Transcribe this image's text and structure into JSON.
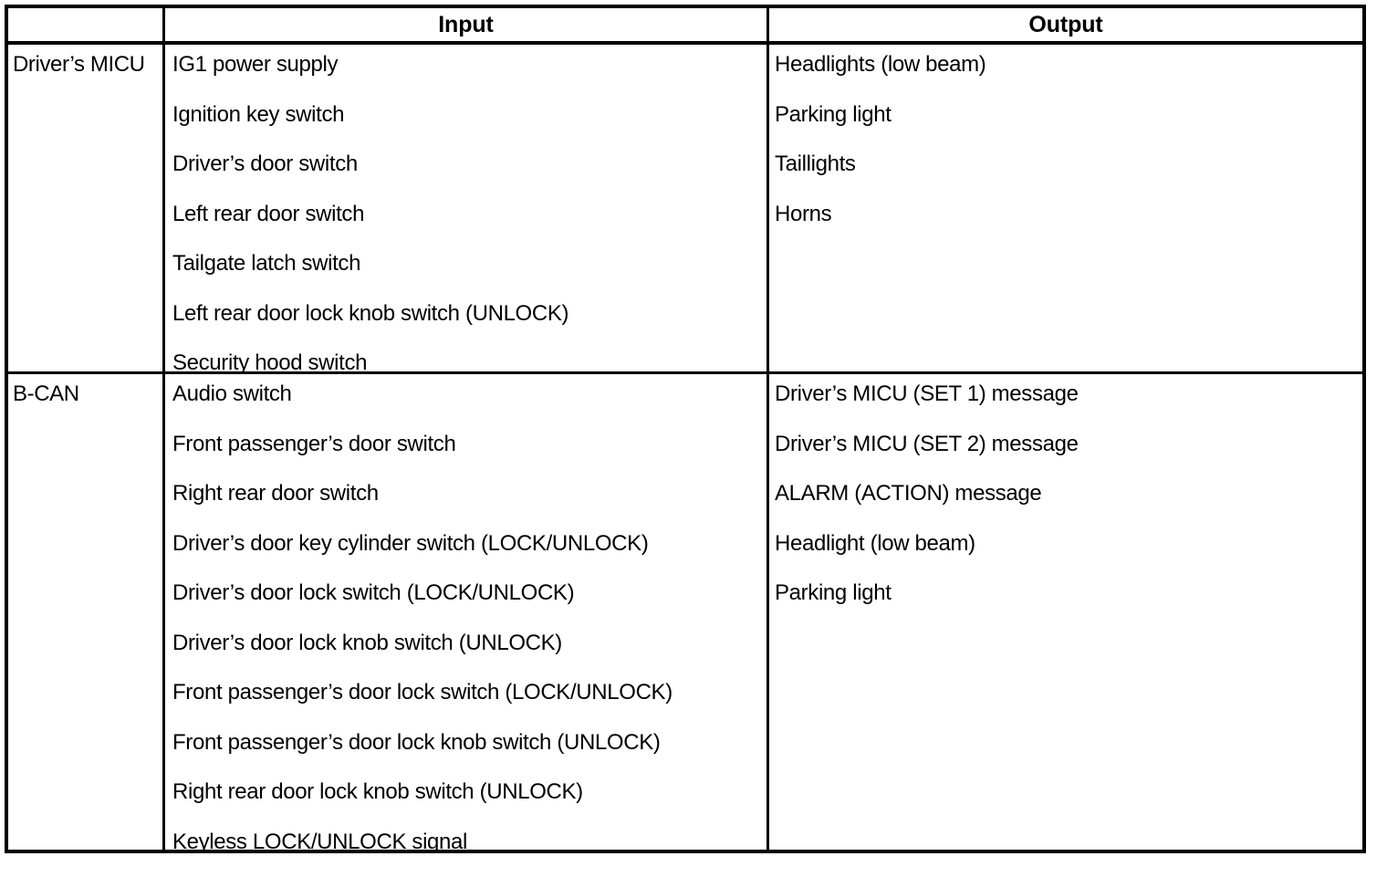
{
  "table": {
    "headers": {
      "corner": "",
      "input": "Input",
      "output": "Output"
    },
    "sections": [
      {
        "category": "Driver’s MICU",
        "inputs": [
          "IG1 power supply",
          "Ignition key switch",
          "Driver’s door switch",
          "Left rear door switch",
          "Tailgate latch switch",
          "Left rear door lock knob switch (UNLOCK)",
          "Security hood switch"
        ],
        "outputs": [
          "Headlights (low beam)",
          "Parking light",
          "Taillights",
          "Horns"
        ]
      },
      {
        "category": "B-CAN",
        "inputs": [
          "Audio switch",
          "Front passenger’s door switch",
          "Right rear door switch",
          "Driver’s door key cylinder switch (LOCK/UNLOCK)",
          "Driver’s door lock switch (LOCK/UNLOCK)",
          "Driver’s door lock knob switch (UNLOCK)",
          "Front passenger’s door lock switch (LOCK/UNLOCK)",
          "Front passenger’s door lock knob switch (UNLOCK)",
          "Right rear door lock knob switch (UNLOCK)",
          "Keyless LOCK/UNLOCK signal"
        ],
        "outputs": [
          "Driver’s MICU (SET 1) message",
          "Driver’s MICU (SET 2) message",
          "ALARM (ACTION) message",
          "Headlight (low beam)",
          "Parking light"
        ]
      }
    ],
    "colors": {
      "border": "#000000",
      "text": "#000000",
      "background": "#ffffff"
    }
  }
}
